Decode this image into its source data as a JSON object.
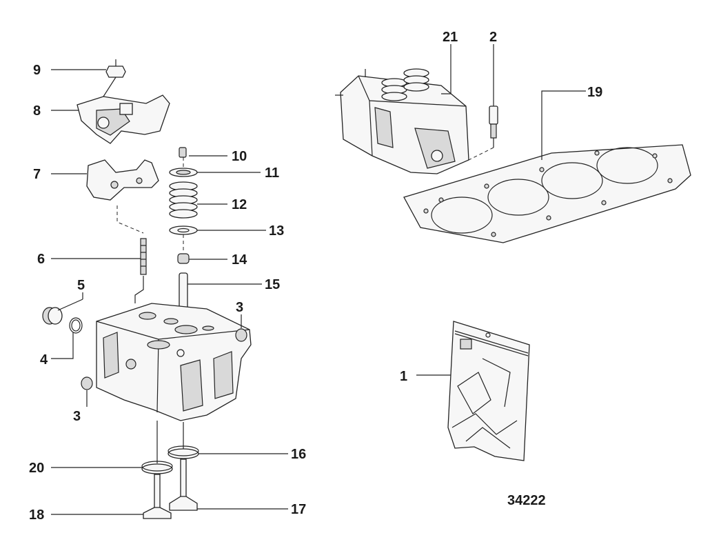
{
  "figure_number": "34222",
  "callouts": {
    "c1": "1",
    "c2": "2",
    "c3a": "3",
    "c3b": "3",
    "c4": "4",
    "c5": "5",
    "c6": "6",
    "c7": "7",
    "c8": "8",
    "c9": "9",
    "c10": "10",
    "c11": "11",
    "c12": "12",
    "c13": "13",
    "c14": "14",
    "c15": "15",
    "c16": "16",
    "c17": "17",
    "c18": "18",
    "c19": "19",
    "c20": "20",
    "c21": "21"
  }
}
